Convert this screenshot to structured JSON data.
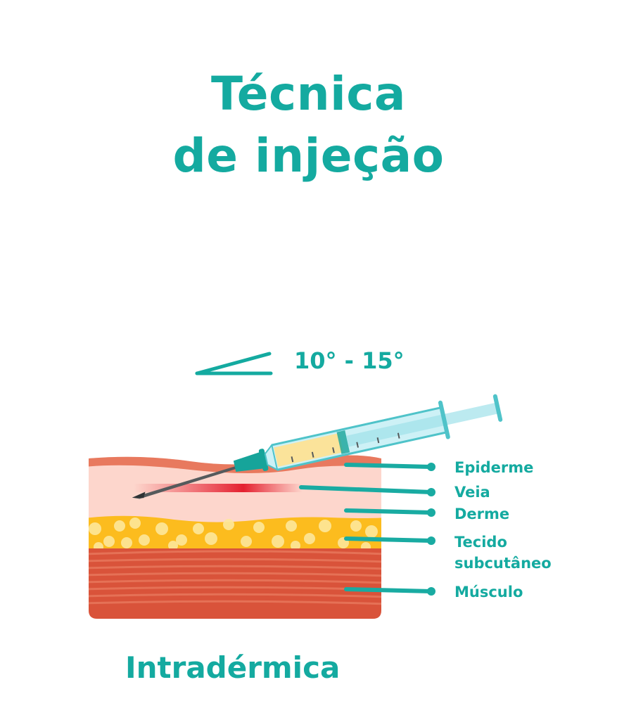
{
  "title": {
    "line1": "Técnica",
    "line2": "de injeção"
  },
  "angle": {
    "label": "10° - 15°",
    "icon": "angle-icon"
  },
  "syringe": {
    "icon": "syringe-icon",
    "fluid_color": "#fbe39a",
    "barrel_color": "#bfeef4",
    "hub_color": "#16a49a",
    "needle_color": "#555a5c"
  },
  "layers": [
    {
      "label": "Epiderme",
      "color": "#e8795e"
    },
    {
      "label": "Veia",
      "color": "#e8303f"
    },
    {
      "label": "Derme",
      "color": "#fdd6cc"
    },
    {
      "label": "Tecido",
      "label2": "subcutâneo",
      "color": "#fcbc1e"
    },
    {
      "label": "Músculo",
      "color": "#d9533a"
    }
  ],
  "caption": "Intradérmica",
  "colors": {
    "accent": "#14aaa0",
    "leader": "#19aba2"
  }
}
